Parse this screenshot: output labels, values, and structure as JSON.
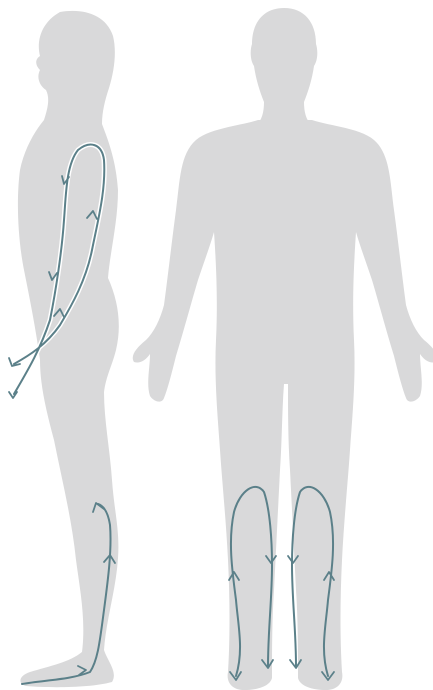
{
  "colors": {
    "background": "#ffffff",
    "body": "#d9d9da",
    "line": "#5b8089"
  },
  "figures": [
    {
      "view": "side-profile",
      "massage_paths": [
        "arm",
        "lower-leg"
      ]
    },
    {
      "view": "back",
      "massage_paths": [
        "left-calf",
        "right-calf"
      ]
    }
  ],
  "arrow_icon": "chevron-arrow-icon"
}
